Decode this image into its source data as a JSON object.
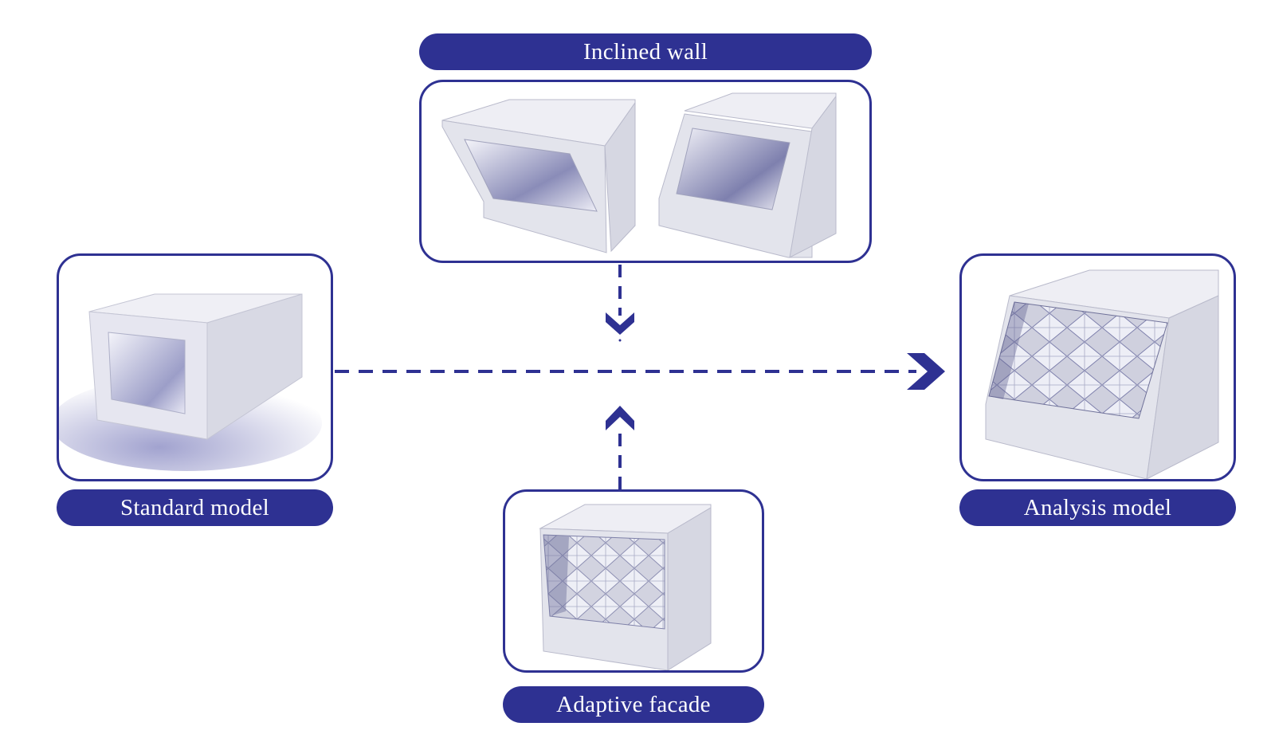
{
  "nodes": {
    "inclined_wall": {
      "label": "Inclined wall"
    },
    "standard_model": {
      "label": "Standard model"
    },
    "adaptive_facade": {
      "label": "Adaptive facade"
    },
    "analysis_model": {
      "label": "Analysis model"
    }
  },
  "colors": {
    "accent": "#2e3192",
    "box_face": "#e4e5ee",
    "box_side": "#d3d4e0",
    "box_top": "#efeff5",
    "opening_shadow": "#6a6c9a"
  },
  "edges": [
    {
      "from": "standard_model",
      "to": "analysis_model",
      "style": "dashed-arrow"
    },
    {
      "from": "inclined_wall",
      "to": "analysis_model",
      "style": "dashed-arrow"
    },
    {
      "from": "adaptive_facade",
      "to": "analysis_model",
      "style": "dashed-arrow"
    }
  ]
}
